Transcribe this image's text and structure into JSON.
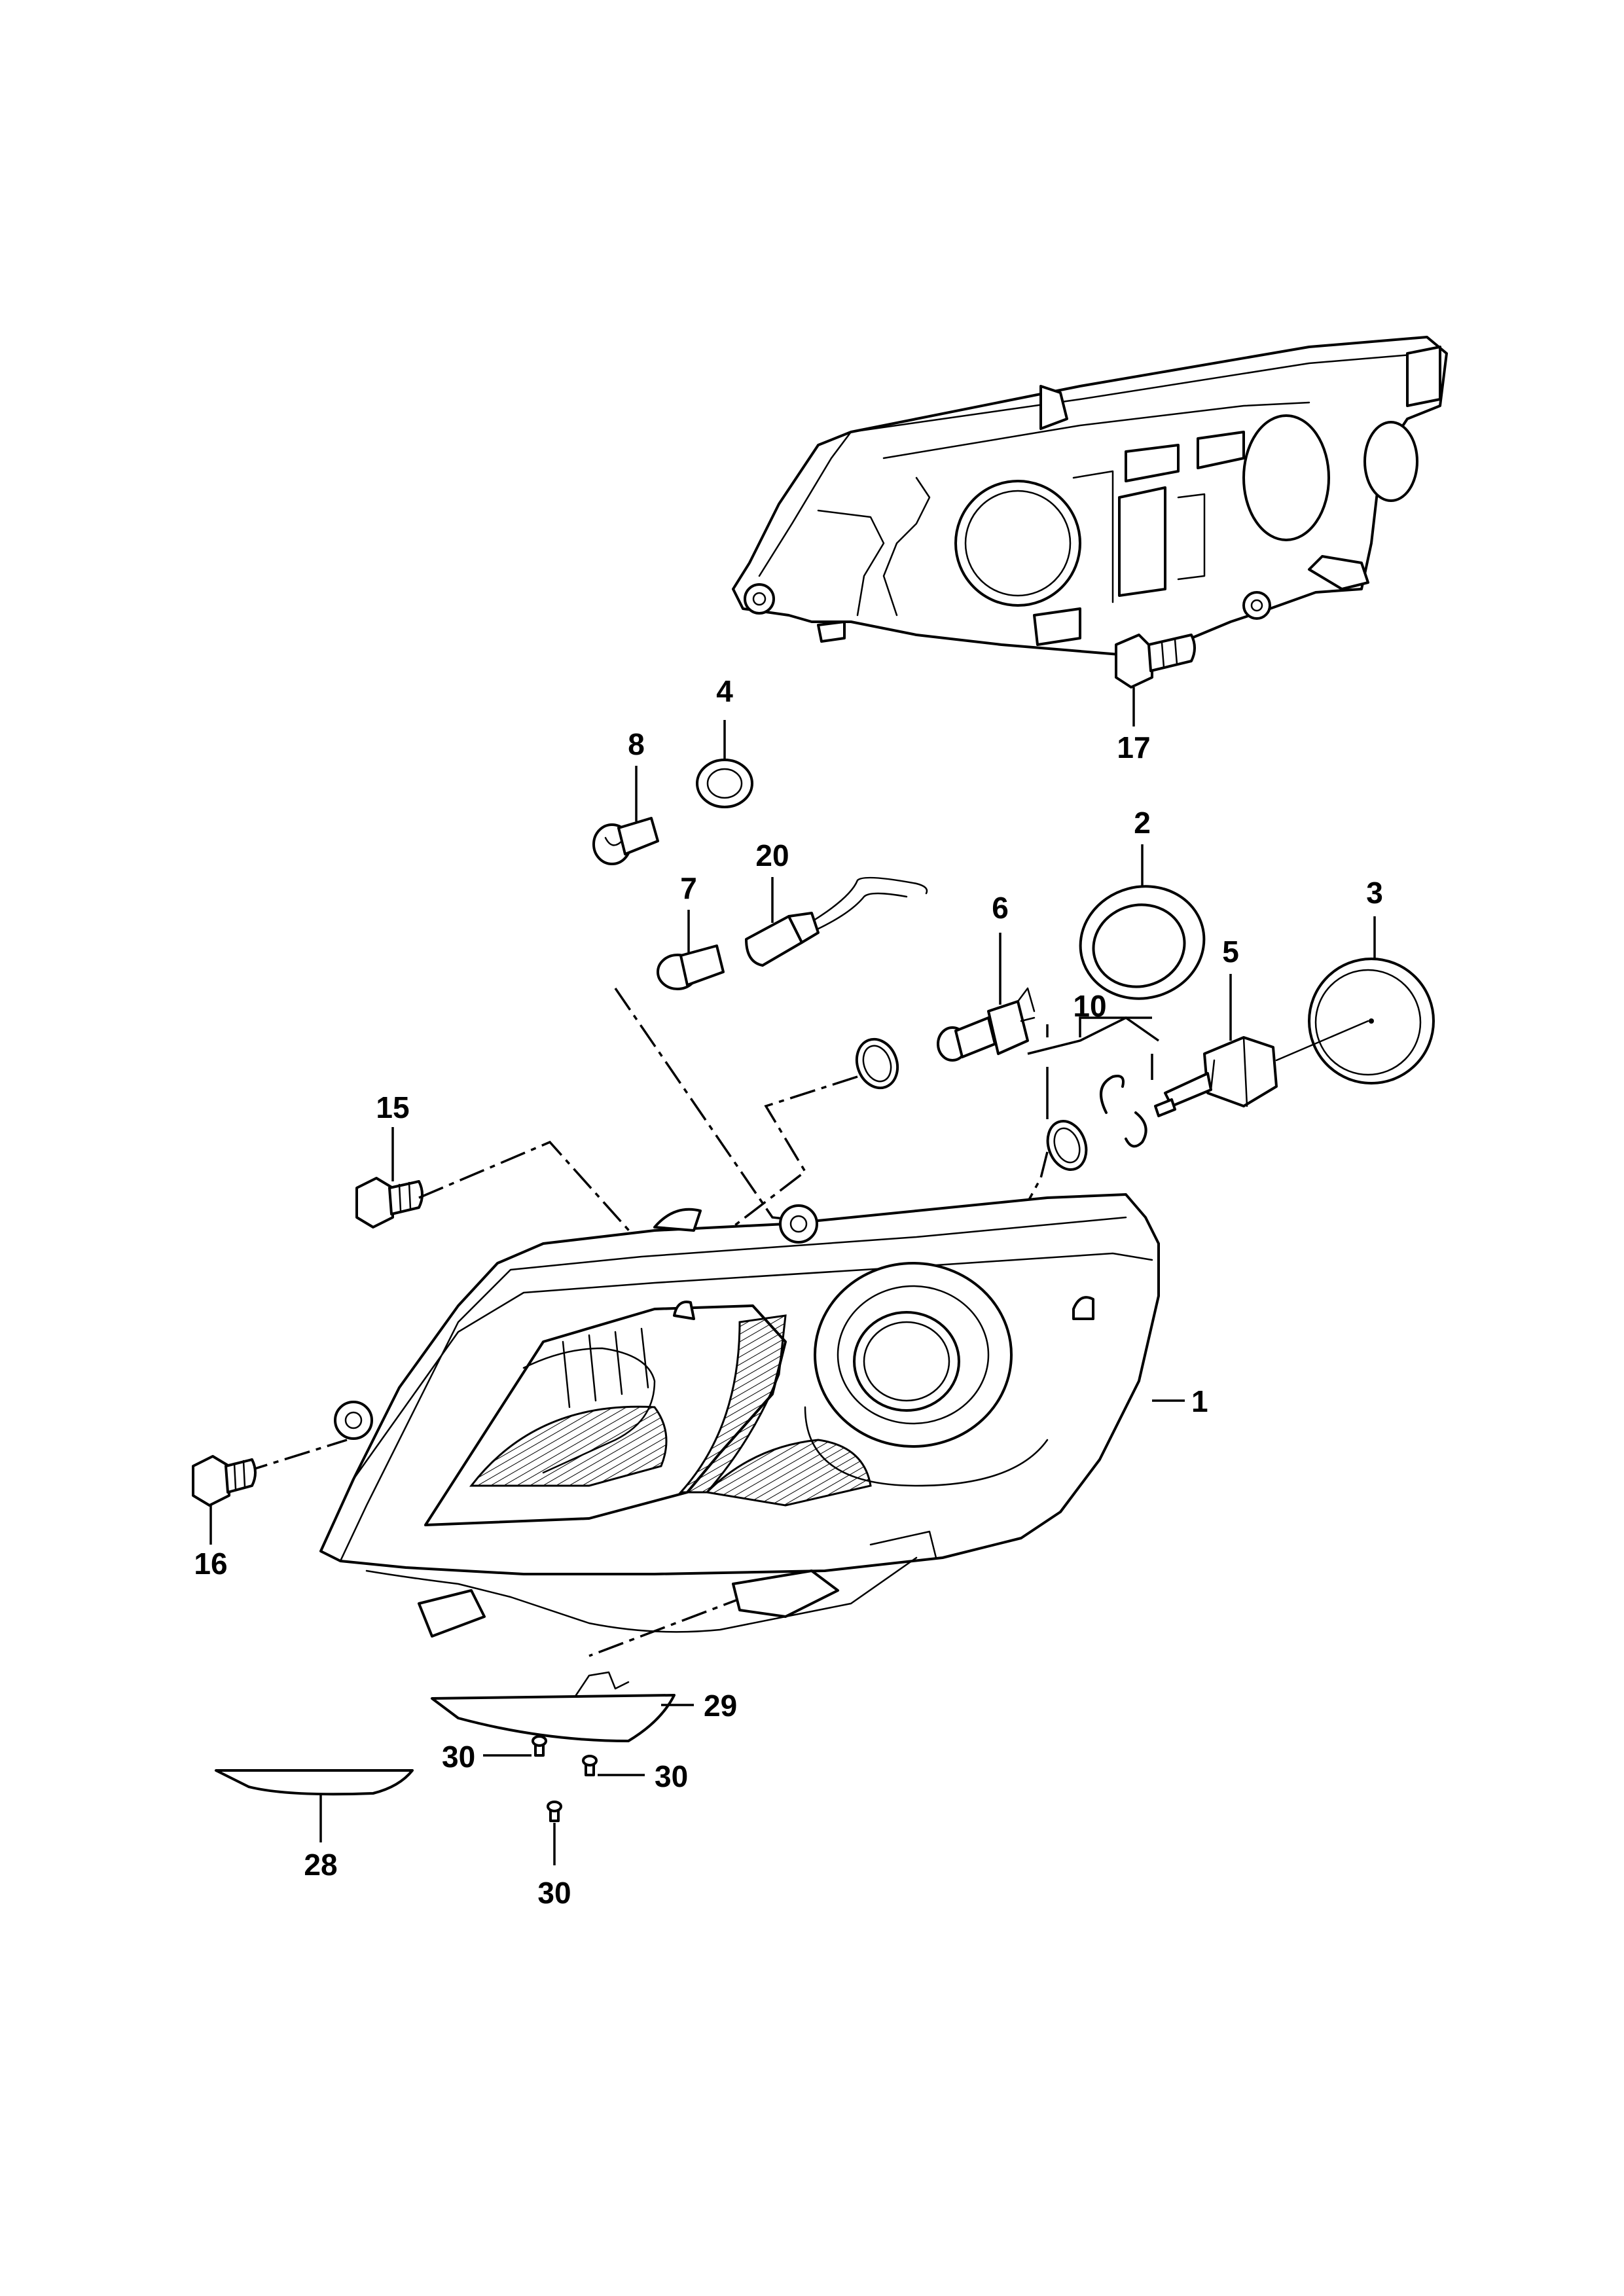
{
  "diagram": {
    "callouts": {
      "c1": "1",
      "c2": "2",
      "c3": "3",
      "c4": "4",
      "c5": "5",
      "c6": "6",
      "c7": "7",
      "c8": "8",
      "c10": "10",
      "c15": "15",
      "c16": "16",
      "c17": "17",
      "c20": "20",
      "c28": "28",
      "c29": "29",
      "c30a": "30",
      "c30b": "30",
      "c30c": "30"
    },
    "colors": {
      "line": "#000000",
      "background": "#ffffff"
    }
  }
}
